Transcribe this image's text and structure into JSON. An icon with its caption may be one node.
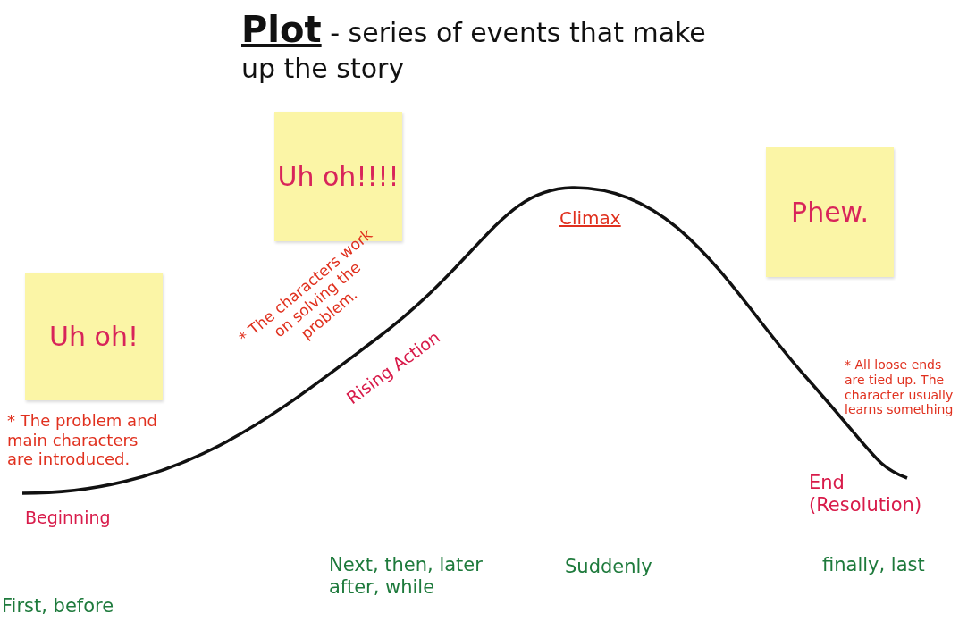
{
  "diagram": {
    "title": "**Plot** - series of events that make up the story",
    "nodes": [
      {
        "text": [
          "Uh oh!"
        ]
      },
      {
        "text": [
          "Uh oh!!!!"
        ]
      },
      {
        "text": [
          "Phew."
        ]
      }
    ],
    "labels": [
      "* The characters work on solving the problem.",
      "Rising Action",
      "Climax",
      "* The problem and main characters are introduced.",
      "Beginning",
      "* All loose ends are tied up. The character usually learns something",
      "End (Resolution)",
      "Next, then, later after, while",
      "Suddenly",
      "finally, last",
      "First, before"
    ]
  }
}
